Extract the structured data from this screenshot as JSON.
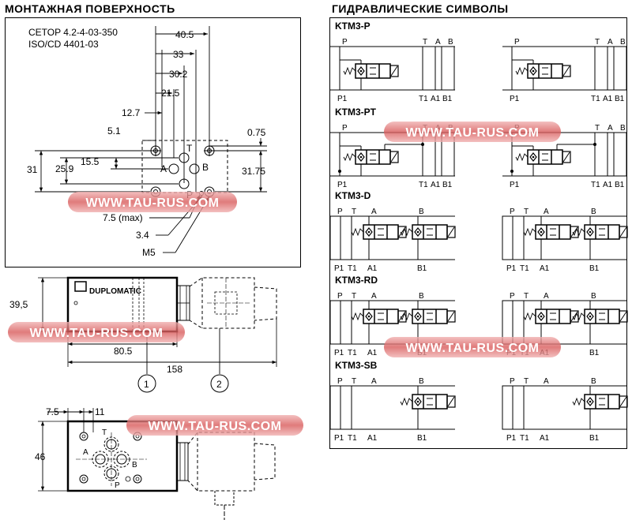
{
  "headings": {
    "mounting": "МОНТАЖНАЯ ПОВЕРХНОСТЬ",
    "symbols": "ГИДРАВЛИЧЕСКИЕ СИМВОЛЫ"
  },
  "mounting": {
    "standard1": "CETOP 4.2-4-03-350",
    "standard2": "ISO/CD 4401-03",
    "dims_top": [
      "40.5",
      "33",
      "30.2",
      "21.5",
      "12.7",
      "5.1"
    ],
    "dims_left": [
      "31",
      "25.9",
      "15.5"
    ],
    "dims_right": [
      "0.75",
      "31.75"
    ],
    "ports": {
      "t": "T",
      "a": "A",
      "b": "B",
      "p": "P"
    },
    "callouts": [
      "7.5 (max)",
      "3.4",
      "M5"
    ]
  },
  "side_view": {
    "dims": [
      "39,5",
      "80.5",
      "158"
    ],
    "brand": "DUPLOMATIC",
    "items": [
      "1",
      "2"
    ]
  },
  "bottom_view": {
    "dims": [
      "7.5",
      "11",
      "46"
    ],
    "ports": {
      "t": "T",
      "a": "A",
      "b": "B",
      "p": "P"
    }
  },
  "symbols": [
    {
      "name": "KTM3-P",
      "top": [
        "P",
        "T",
        "A",
        "B"
      ],
      "bottom": [
        "P1",
        "T1",
        "A1",
        "B1"
      ]
    },
    {
      "name": "KTM3-PT",
      "top": [
        "P",
        "T",
        "A",
        "B"
      ],
      "bottom": [
        "P1",
        "T1",
        "A1",
        "B1"
      ]
    },
    {
      "name": "KTM3-D",
      "top": [
        "P",
        "T",
        "A",
        "B"
      ],
      "bottom": [
        "P1",
        "T1",
        "A1",
        "B1"
      ]
    },
    {
      "name": "KTM3-RD",
      "top": [
        "P",
        "T",
        "A",
        "B"
      ],
      "bottom": [
        "P1",
        "T1",
        "A1",
        "B1"
      ]
    },
    {
      "name": "KTM3-SB",
      "top": [
        "P",
        "T",
        "A",
        "B"
      ],
      "bottom": [
        "P1",
        "T1",
        "A1",
        "B1"
      ]
    }
  ],
  "watermark": "WWW.TAU-RUS.COM"
}
